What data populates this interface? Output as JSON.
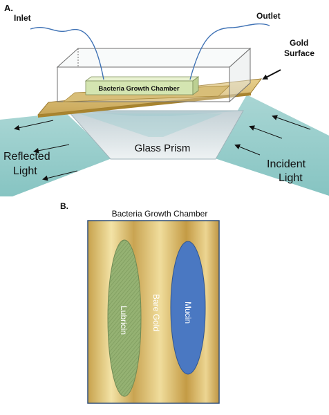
{
  "panel_a": {
    "letter": "A.",
    "inlet": "Inlet",
    "outlet": "Outlet",
    "gold_line1": "Gold",
    "gold_line2": "Surface",
    "chamber": "Bacteria Growth Chamber",
    "prism": "Glass Prism",
    "reflected_line1": "Reflected",
    "reflected_line2": "Light",
    "incident_line1": "Incident",
    "incident_line2": "Light"
  },
  "panel_b": {
    "letter": "B.",
    "title": "Bacteria Growth Chamber",
    "lubricin": "Lubricin",
    "bare_gold": "Bare Gold",
    "mucin": "Mucin"
  },
  "colors": {
    "gold": "#d4b56a",
    "gold_dark": "#b8923a",
    "light_beam": "#8fcbc9",
    "prism_glass": "#dfe6e8",
    "lubricin": "#8fae6e",
    "mucin": "#4a78c2",
    "tubing": "#3f72b5",
    "chamber": "#d6e6b6"
  }
}
